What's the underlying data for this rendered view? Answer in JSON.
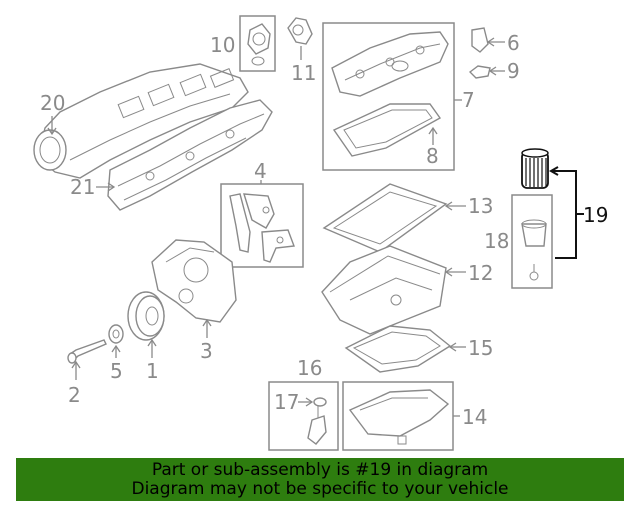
{
  "diagram": {
    "callouts": [
      "1",
      "2",
      "3",
      "4",
      "5",
      "6",
      "7",
      "8",
      "9",
      "10",
      "11",
      "12",
      "13",
      "14",
      "15",
      "16",
      "17",
      "18",
      "19",
      "20",
      "21"
    ],
    "highlighted_callout": "19",
    "label_color": "#8a8a8a",
    "highlight_color": "#111111"
  },
  "banner": {
    "line1": "Part or sub-assembly is #19 in diagram",
    "line2": "Diagram may not be specific to your vehicle",
    "background": "#2e7d0f"
  }
}
